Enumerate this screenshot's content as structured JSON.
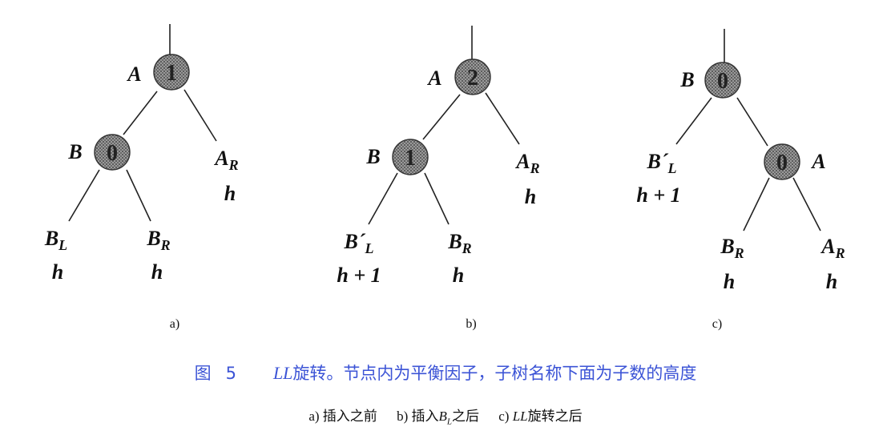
{
  "panels": [
    {
      "tag": "a)",
      "nodes": [
        {
          "label": "A",
          "bf": "1"
        },
        {
          "label": "B",
          "bf": "0"
        }
      ],
      "subtrees": [
        {
          "main": "A",
          "sub": "R",
          "height": "h"
        },
        {
          "main": "B",
          "sub": "L",
          "height": "h"
        },
        {
          "main": "B",
          "sub": "R",
          "height": "h"
        }
      ]
    },
    {
      "tag": "b)",
      "nodes": [
        {
          "label": "A",
          "bf": "2"
        },
        {
          "label": "B",
          "bf": "1"
        }
      ],
      "subtrees": [
        {
          "main": "A",
          "sub": "R",
          "height": "h"
        },
        {
          "main": "B´",
          "sub": "L",
          "height": "h + 1"
        },
        {
          "main": "B",
          "sub": "R",
          "height": "h"
        }
      ]
    },
    {
      "tag": "c)",
      "nodes": [
        {
          "label": "B",
          "bf": "0"
        },
        {
          "label": "A",
          "bf": "0"
        }
      ],
      "subtrees": [
        {
          "main": "B´",
          "sub": "L",
          "height": "h + 1"
        },
        {
          "main": "B",
          "sub": "R",
          "height": "h"
        },
        {
          "main": "A",
          "sub": "R",
          "height": "h"
        }
      ]
    }
  ],
  "caption": {
    "prefix": "图",
    "number": "5",
    "ll": "LL",
    "text": "旋转。节点内为平衡因子，子树名称下面为子数的高度"
  },
  "subcaption": {
    "a": "a) 插入之前",
    "b_prefix": "b) 插入",
    "b_var": "B",
    "b_sub": "L",
    "b_suffix": "之后",
    "c_prefix": "c) ",
    "c_var": "LL",
    "c_suffix": "旋转之后"
  },
  "colors": {
    "caption": "#3c54d6",
    "node_fill": "#8f8f8f",
    "ink": "#111111"
  }
}
